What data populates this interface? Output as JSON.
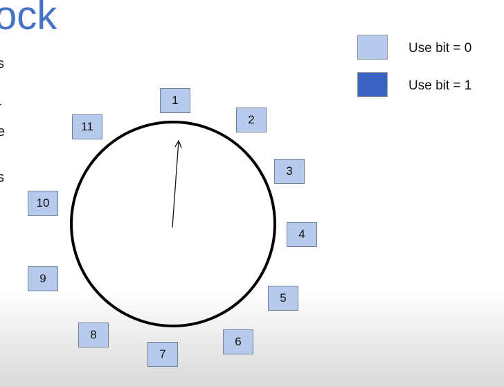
{
  "title": "ock",
  "left_fragments": [
    "s",
    "-",
    "e",
    "s"
  ],
  "legend": [
    {
      "label": "Use bit = 0",
      "color": "#b7c9ec"
    },
    {
      "label": "Use bit = 1",
      "color": "#3a63c4"
    }
  ],
  "frames": [
    {
      "label": "1",
      "use_bit": 0
    },
    {
      "label": "2",
      "use_bit": 0
    },
    {
      "label": "3",
      "use_bit": 0
    },
    {
      "label": "4",
      "use_bit": 0
    },
    {
      "label": "5",
      "use_bit": 0
    },
    {
      "label": "6",
      "use_bit": 0
    },
    {
      "label": "7",
      "use_bit": 0
    },
    {
      "label": "8",
      "use_bit": 0
    },
    {
      "label": "9",
      "use_bit": 0
    },
    {
      "label": "10",
      "use_bit": 0
    },
    {
      "label": "11",
      "use_bit": 0
    }
  ],
  "clock_hand_points_to": "1"
}
